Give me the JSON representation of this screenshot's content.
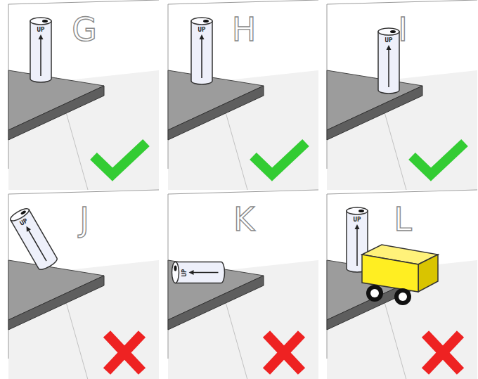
{
  "diagram": {
    "labels": [
      "G",
      "UP",
      "H",
      "UP",
      "I",
      "UP",
      "J",
      "UP",
      "K",
      "UP",
      "L",
      "UP"
    ]
  }
}
